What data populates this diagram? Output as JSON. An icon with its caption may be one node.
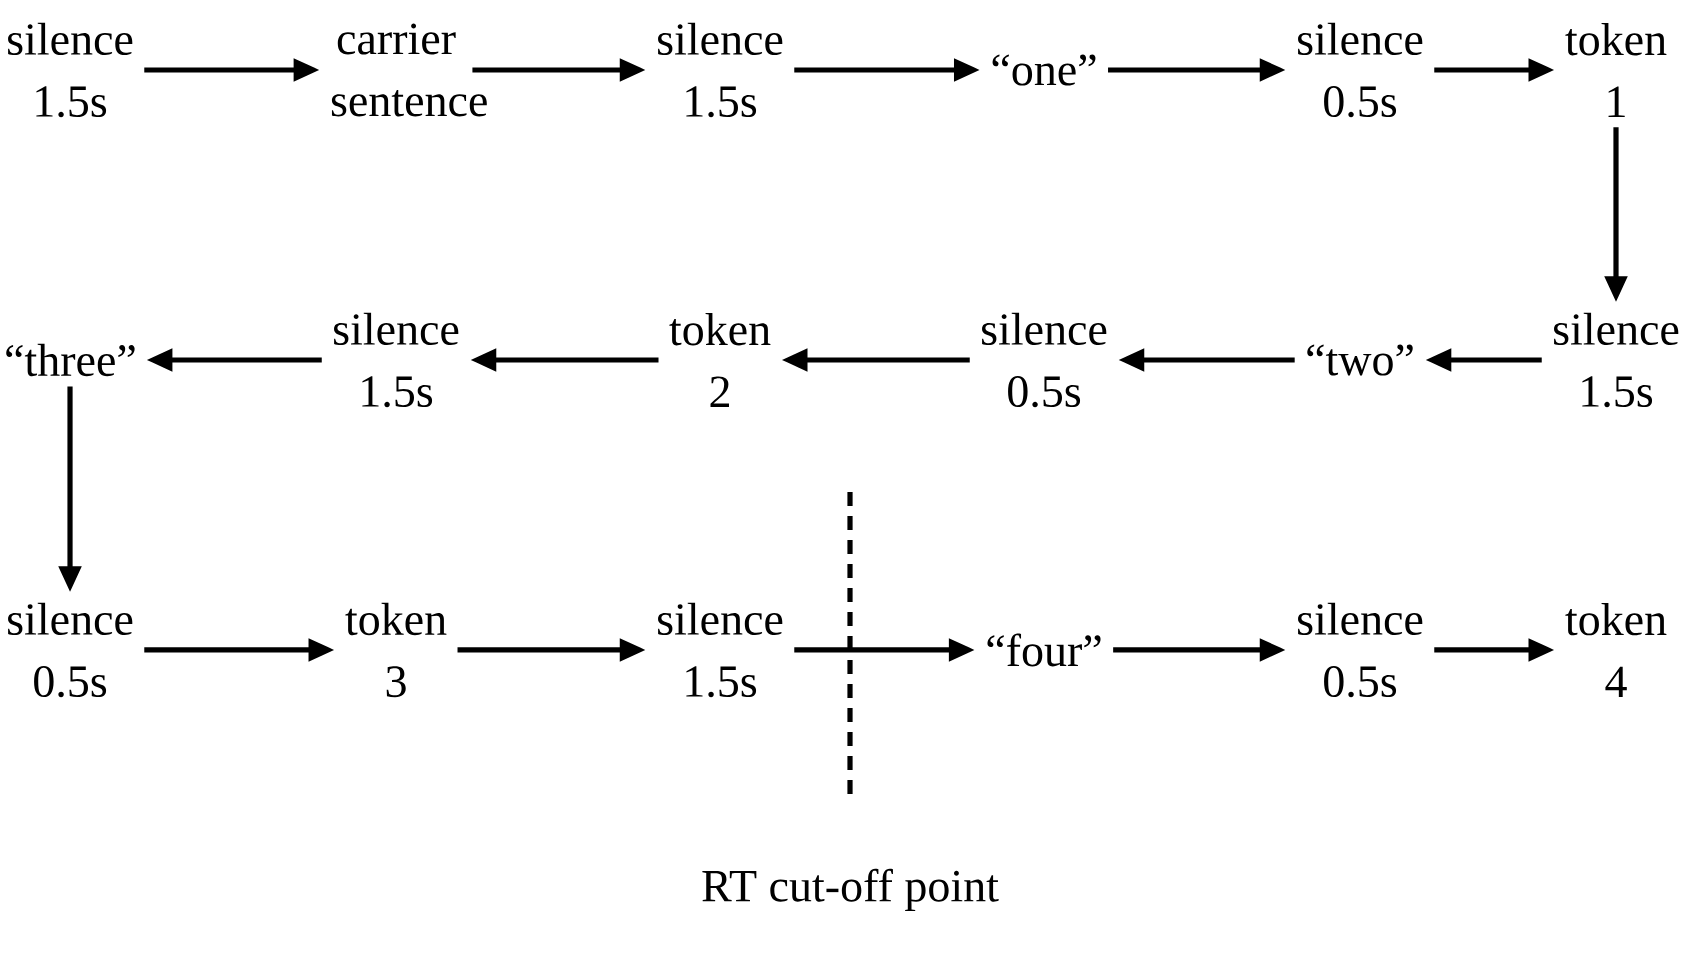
{
  "diagram": {
    "nodes": [
      {
        "text": [
          "silence 1.5s"
        ]
      },
      {
        "text": [
          "carrier sentence"
        ]
      },
      {
        "text": [
          "silence 1.5s"
        ]
      },
      {
        "text": [
          "“one”"
        ]
      },
      {
        "text": [
          "silence 0.5s"
        ]
      },
      {
        "text": [
          "token 1"
        ]
      },
      {
        "text": [
          "“three”"
        ]
      },
      {
        "text": [
          "silence 1.5s"
        ]
      },
      {
        "text": [
          "token 2"
        ]
      },
      {
        "text": [
          "silence 0.5s"
        ]
      },
      {
        "text": [
          "“two”"
        ]
      },
      {
        "text": [
          "silence 1.5s"
        ]
      },
      {
        "text": [
          "silence 0.5s"
        ]
      },
      {
        "text": [
          "token 3"
        ]
      },
      {
        "text": [
          "silence 1.5s"
        ]
      },
      {
        "text": [
          "“four”"
        ]
      },
      {
        "text": [
          "silence 0.5s"
        ]
      },
      {
        "text": [
          "token 4"
        ]
      }
    ],
    "edges": [
      {
        "from": 0,
        "to": 1,
        "arrow": "to"
      },
      {
        "from": 1,
        "to": 2,
        "arrow": "to"
      },
      {
        "from": 2,
        "to": 3,
        "arrow": "to"
      },
      {
        "from": 3,
        "to": 4,
        "arrow": "to"
      },
      {
        "from": 4,
        "to": 5,
        "arrow": "to"
      },
      {
        "from": 5,
        "to": 11,
        "arrow": "to"
      },
      {
        "from": 11,
        "to": 10,
        "arrow": "to"
      },
      {
        "from": 10,
        "to": 9,
        "arrow": "to"
      },
      {
        "from": 9,
        "to": 8,
        "arrow": "to"
      },
      {
        "from": 8,
        "to": 7,
        "arrow": "to"
      },
      {
        "from": 7,
        "to": 6,
        "arrow": "to"
      },
      {
        "from": 6,
        "to": 12,
        "arrow": "to"
      },
      {
        "from": 12,
        "to": 13,
        "arrow": "to"
      },
      {
        "from": 13,
        "to": 14,
        "arrow": "to"
      },
      {
        "from": 14,
        "to": 15,
        "arrow": "to"
      },
      {
        "from": 15,
        "to": 16,
        "arrow": "to"
      },
      {
        "from": 16,
        "to": 17,
        "arrow": "to"
      }
    ],
    "labels": [
      "RT cut-off point"
    ]
  }
}
